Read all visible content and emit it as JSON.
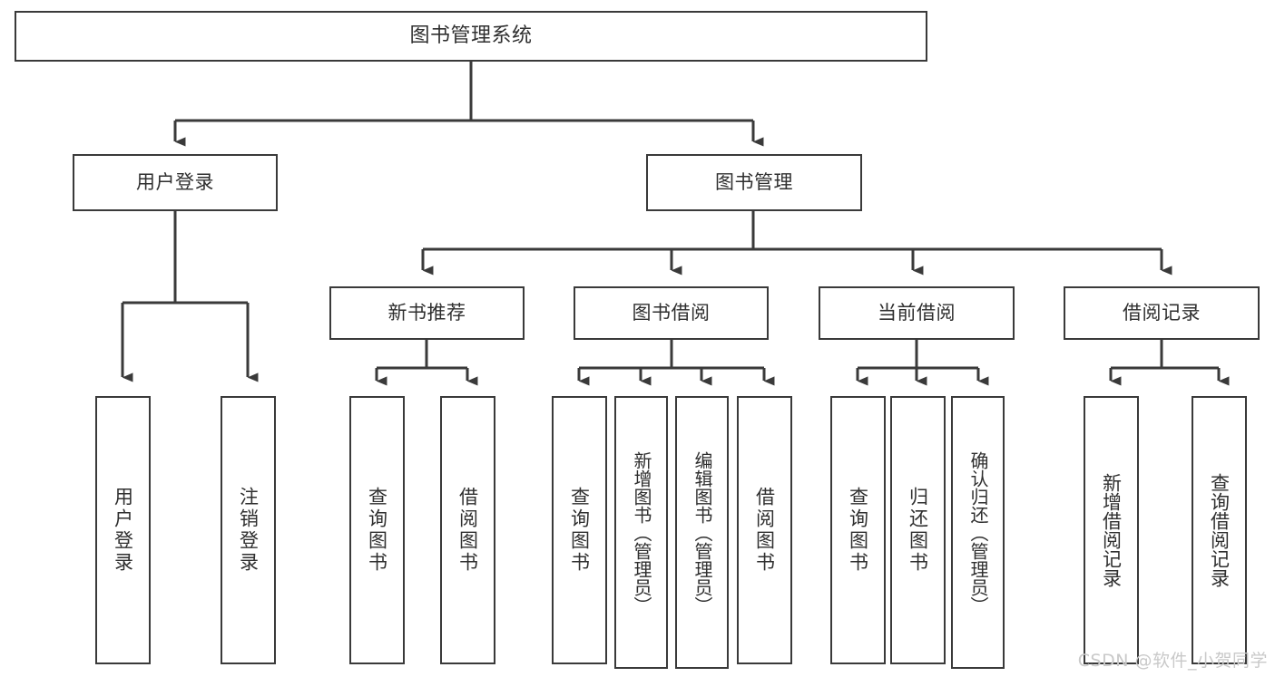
{
  "diagram": {
    "title": "图书管理系统",
    "watermark": "CSDN @软件_小贺同学",
    "stroke_color": "#3a3a3a",
    "text_color": "#2f2f2f",
    "background_color": "#ffffff",
    "watermark_color": "#c9c9c9"
  },
  "nodes": {
    "root": {
      "label": "图书管理系统"
    },
    "level2": [
      {
        "id": "user-login",
        "label": "用户登录"
      },
      {
        "id": "book-manage",
        "label": "图书管理"
      }
    ],
    "level3": [
      {
        "id": "new-book-recommend",
        "label": "新书推荐"
      },
      {
        "id": "book-borrow",
        "label": "图书借阅"
      },
      {
        "id": "current-borrow",
        "label": "当前借阅"
      },
      {
        "id": "borrow-record",
        "label": "借阅记录"
      }
    ],
    "leaves": {
      "user-login": [
        {
          "id": "user-login-leaf",
          "label": "用户登录"
        },
        {
          "id": "user-logout-leaf",
          "label": "注销登录"
        }
      ],
      "new-book-recommend": [
        {
          "id": "query-book-1",
          "label": "查询图书"
        },
        {
          "id": "borrow-book-1",
          "label": "借阅图书"
        }
      ],
      "book-borrow": [
        {
          "id": "query-book-2",
          "label": "查询图书"
        },
        {
          "id": "add-book",
          "label": "新增图书（管理员）"
        },
        {
          "id": "edit-book",
          "label": "编辑图书（管理员）"
        },
        {
          "id": "borrow-book-2",
          "label": "借阅图书"
        }
      ],
      "current-borrow": [
        {
          "id": "query-book-3",
          "label": "查询图书"
        },
        {
          "id": "return-book",
          "label": "归还图书"
        },
        {
          "id": "confirm-return",
          "label": "确认归还（管理员）"
        }
      ],
      "borrow-record": [
        {
          "id": "add-borrow-record",
          "label": "新增借阅记录"
        },
        {
          "id": "query-borrow-record",
          "label": "查询借阅记录"
        }
      ]
    }
  }
}
